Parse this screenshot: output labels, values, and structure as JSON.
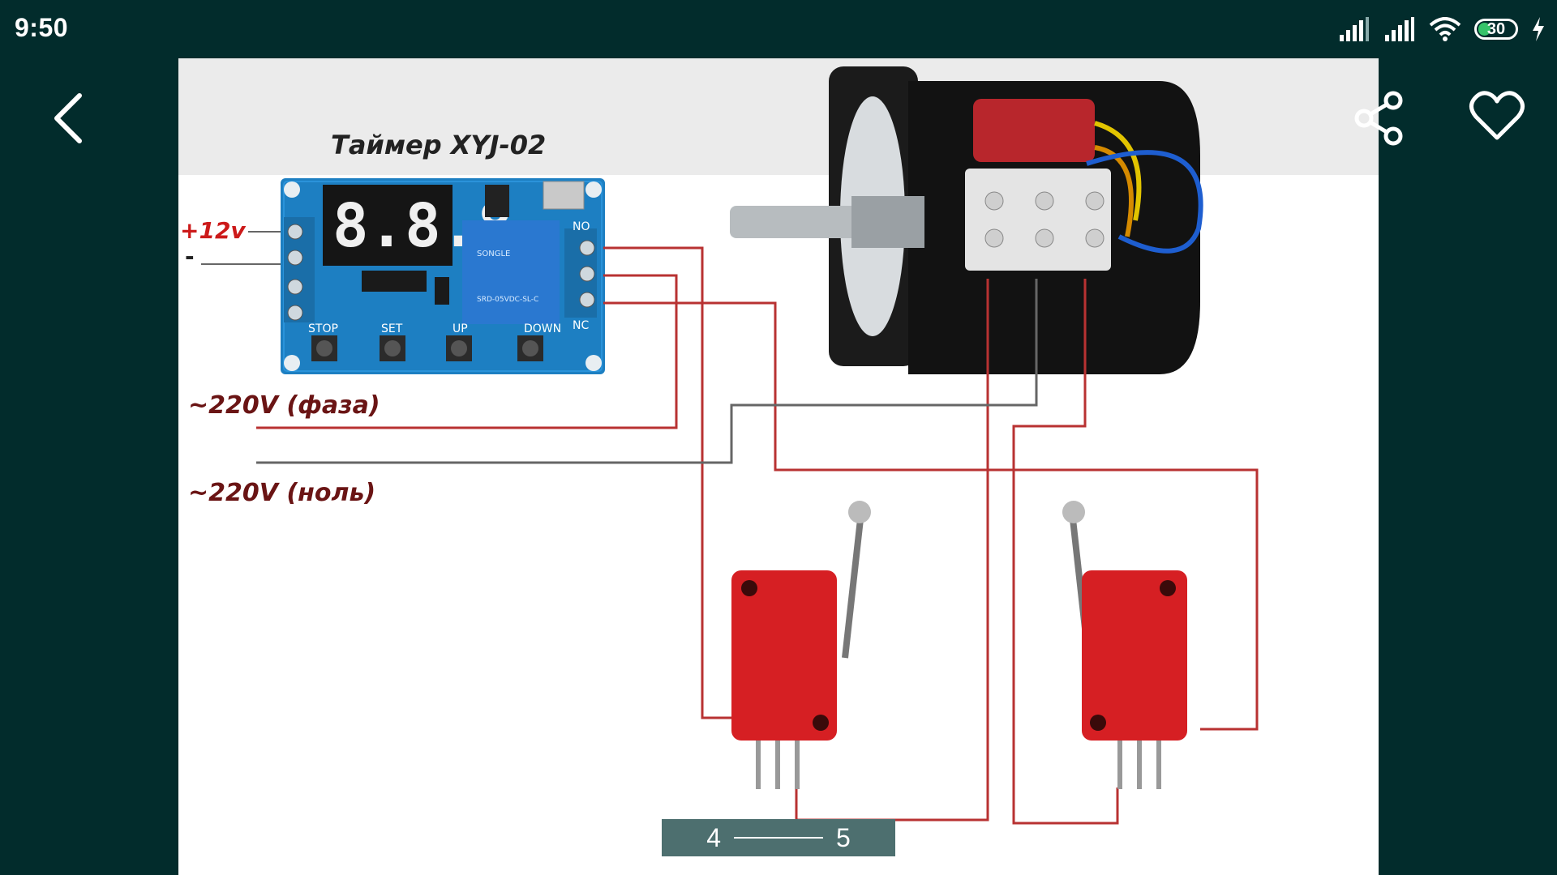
{
  "status_bar": {
    "time": "9:50",
    "battery_level": "30",
    "icons": [
      "signal-icon",
      "signal-icon",
      "wifi-icon",
      "battery-icon",
      "charging-icon"
    ]
  },
  "toolbar": {
    "back_icon": "chevron-left-icon",
    "share_icon": "share-icon",
    "like_icon": "heart-icon"
  },
  "image": {
    "title": "Таймер XYJ-02",
    "label_12v": "+12v",
    "label_minus": "-",
    "label_phase": "~220V (фаза)",
    "label_neutral": "~220V (ноль)",
    "board_display": "8.8.8",
    "board_buttons": [
      "STOP",
      "SET",
      "UP",
      "DOWN"
    ],
    "relay_no": "NO",
    "relay_nc": "NC",
    "relay_brand": "SONGLE",
    "relay_model": "SRD-05VDC-SL-C",
    "wire_color_red": "#c0392b",
    "wire_color_gray": "#666666"
  },
  "pager": {
    "current": "4",
    "next": "5"
  }
}
